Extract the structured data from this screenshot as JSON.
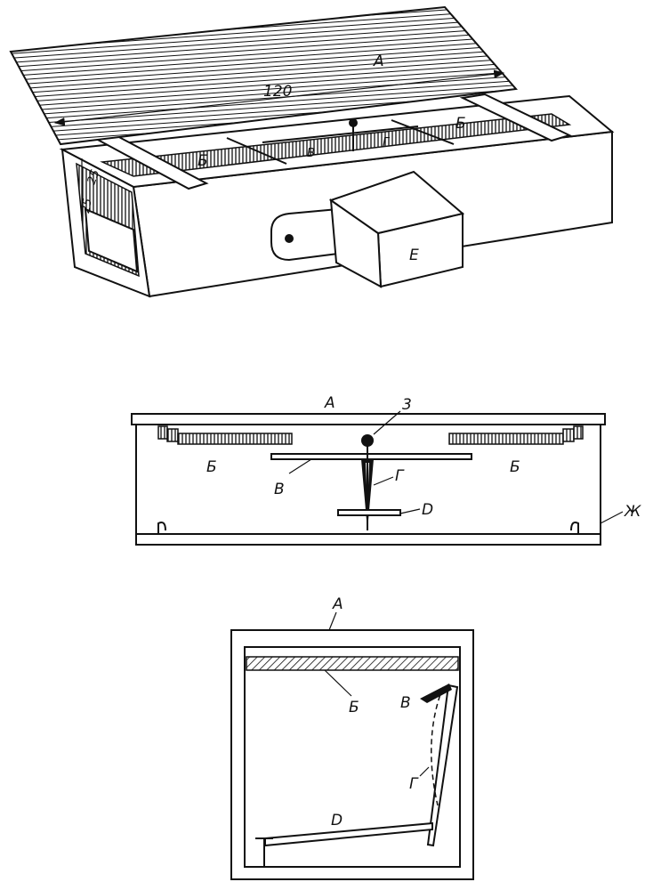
{
  "figure": {
    "perspective": {
      "label_roof": "А",
      "dim_length": "120",
      "label_b_left": "Б",
      "label_b_right": "Б",
      "label_v": "В",
      "label_g": "Г",
      "label_e": "Е",
      "dim_side_a": "25",
      "dim_side_b": "25"
    },
    "side_view": {
      "label_a": "А",
      "label_3": "3",
      "label_b_left": "Б",
      "label_b_right": "Б",
      "label_v": "В",
      "label_g": "Г",
      "label_d": "D",
      "label_zh": "Ж"
    },
    "end_view": {
      "label_a": "А",
      "label_b": "Б",
      "label_v": "В",
      "label_g": "Г",
      "label_d": "D"
    }
  }
}
